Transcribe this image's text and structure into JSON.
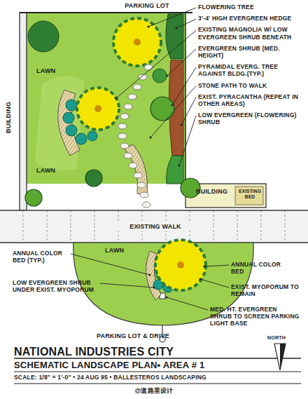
{
  "diagram": {
    "title": "NATIONAL INDUSTRIES CITY",
    "labels": [
      "PARKING LOT",
      "FLOWERING TREE",
      "3'-4' HIGH EVERGREEN HEDGE",
      "EXISTING MAGNOLIA W/ LOW EVERGREEN SHRUB BENEATH",
      "EVERGREEN SHRUB (MED. HEIGHT)",
      "PYRAMIDAL EVERG. TREE AGAINST BLDG.(TYP.)",
      "STONE PATH TO WALK",
      "EXIST. PYRACANTHA (REPEAT IN OTHER AREAS)",
      "LOW EVERGREEN (FLOWERING) SHRUB",
      "BUILDING",
      "LAWN",
      "LAWN",
      "BUILDING",
      "EXISTING BED",
      "EXISTING WALK",
      "LAWN",
      "ANNUAL COLOR BED (TYP.)",
      "ANNUAL COLOR BED",
      "LOW EVERGREEN SHRUB UNDER EXIST. MYOPORUM",
      "EXIST. MYOPORUM TO REMAIN",
      "MED. HT. EVERGREEN SHRUB TO SCREEN PARKING LIGHT BASE",
      "PARKING LOT & DRIVE",
      "NORTH",
      "SCHEMATIC LANDSCAPE PLAN• AREA # 1",
      "SCALE: 1/8\" = 1'-0\" • 24 AUG 95 • BALLESTEROS LANDSCAPING",
      "@道路里设计"
    ]
  }
}
